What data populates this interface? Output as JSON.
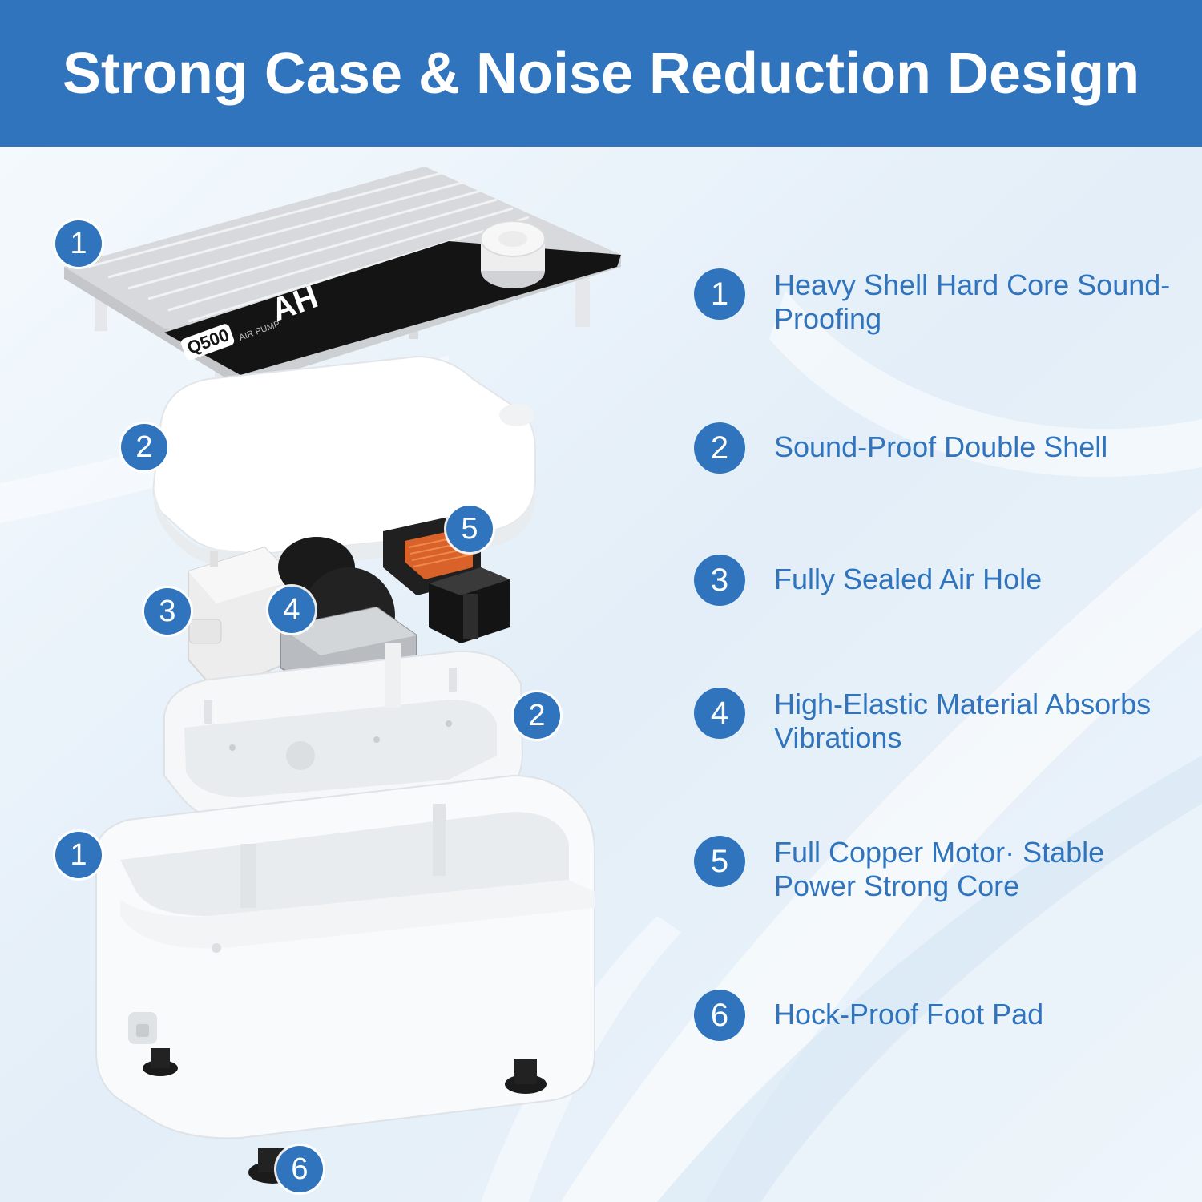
{
  "title": "Strong Case & Noise Reduction Design",
  "product": {
    "logo_text": "AH",
    "model_label": "Q500",
    "brand_caption": "AIR PUMP"
  },
  "markers": [
    "1",
    "2",
    "5",
    "3",
    "4",
    "2",
    "1",
    "6"
  ],
  "features": [
    {
      "number": "1",
      "text": "Heavy Shell Hard Core Sound-Proofing"
    },
    {
      "number": "2",
      "text": "Sound-Proof Double Shell"
    },
    {
      "number": "3",
      "text": "Fully Sealed Air Hole"
    },
    {
      "number": "4",
      "text": "High-Elastic Material Absorbs Vibrations"
    },
    {
      "number": "5",
      "text": "Full Copper Motor· Stable Power Strong Core"
    },
    {
      "number": "6",
      "text": "Hock-Proof Foot Pad"
    }
  ],
  "colors": {
    "accent": "#2f74bd",
    "background": "#eef5fb"
  }
}
